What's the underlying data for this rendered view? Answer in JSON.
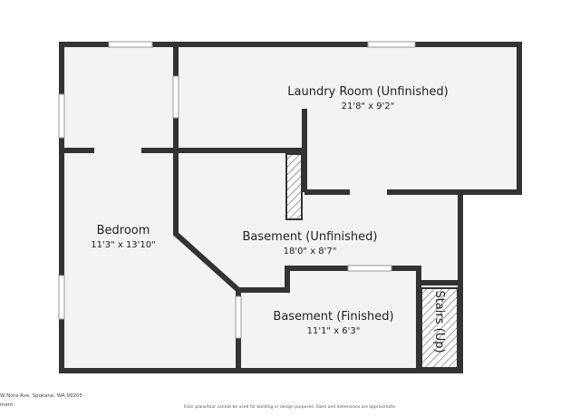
{
  "colors": {
    "wall": "#333333",
    "floor": "#f3f3f3",
    "window": "#ffffff",
    "background": "#ffffff",
    "text": "#222222"
  },
  "rooms": {
    "laundry": {
      "name": "Laundry Room (Unfinished)",
      "dims": "21'8\" x 9'2\""
    },
    "bedroom": {
      "name": "Bedroom",
      "dims": "11'3\" x 13'10\""
    },
    "basement_unfinished": {
      "name": "Basement (Unfinished)",
      "dims": "18'0\" x 8'7\""
    },
    "basement_finished": {
      "name": "Basement (Finished)",
      "dims": "11'1\" x 6'3\""
    },
    "stairs": {
      "name": "Stairs (Up)"
    }
  },
  "footer": {
    "address": "W Nora Ave, Spokane, WA 99205",
    "address_line2": "ment",
    "disclaimer": "Floor plans/tour cannot be used for building or design purposes. Sizes and dimensions are approximate."
  }
}
